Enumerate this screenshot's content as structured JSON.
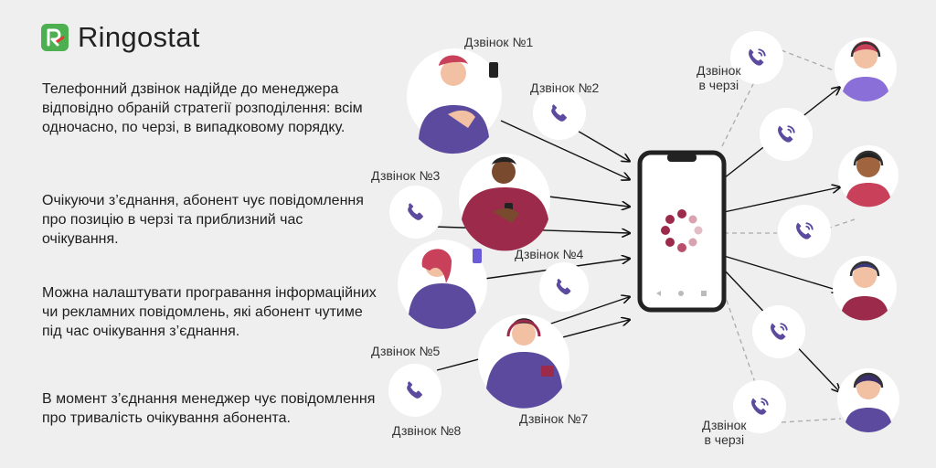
{
  "brand": {
    "name": "Ringostat",
    "accent": "#4caf50"
  },
  "paragraphs": [
    "Телефонний дзвінок надійде до менеджера відповідно обраній стратегії розподілення: всім одночасно, по черзі, в випадковому порядку.",
    "Очікуючи з’єднання, абонент чує повідомлення про позицію в черзі та приблизний час очікування.",
    "Можна налаштувати програвання інформаційних чи рекламних повідомлень, які абонент чутиме під час очікування з’єднання.",
    "В момент з’єднання менеджер чує повідомлення про тривалість очікування абонента."
  ],
  "calls": [
    "Дзвінок №1",
    "Дзвінок №2",
    "Дзвінок №3",
    "Дзвінок №4",
    "Дзвінок №5",
    "Дзвінок №7",
    "Дзвінок №8"
  ],
  "queue_label": "Дзвінок\nв черзі",
  "colors": {
    "purple": "#5b4a9e",
    "crimson": "#9c2a4a",
    "pink": "#d9a2b0",
    "line": "#111111",
    "dashed": "#aaaaaa"
  }
}
